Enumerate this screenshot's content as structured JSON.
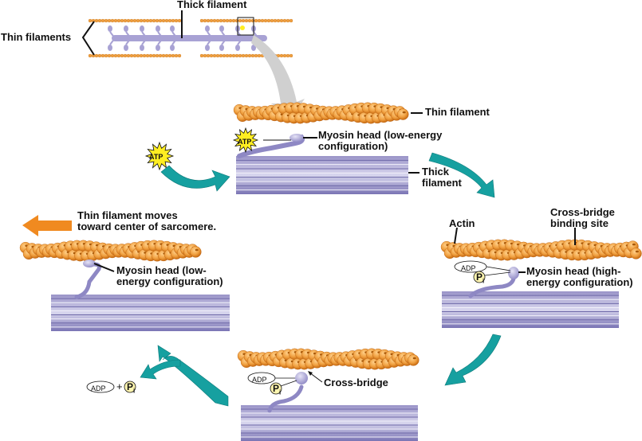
{
  "title": "Cross-bridge cycle of muscle contraction",
  "colors": {
    "actin": "#f0a040",
    "actin_dark": "#c86a10",
    "myosin": "#b4b0dc",
    "myosin_dark": "#6e68a8",
    "thick_light": "#d8d6ee",
    "thick_dark": "#7a74b4",
    "cycle_arrow": "#16a0a0",
    "move_arrow": "#f08a20",
    "atp_star": "#ffee22",
    "pi_circle": "#fff6b0",
    "pointer_arrow": "#d0d0d0"
  },
  "overview": {
    "thick_label": "Thick filament",
    "thin_label": "Thin filaments"
  },
  "step1": {
    "thin_label": "Thin filament",
    "atp_attached": "ATP",
    "myosin_label_line1": "Myosin head (low-energy",
    "myosin_label_line2": "configuration)",
    "thick_label_line1": "Thick",
    "thick_label_line2": "filament",
    "atp_free": "ATP"
  },
  "step2": {
    "actin_label": "Actin",
    "site_label_line1": "Cross-bridge",
    "site_label_line2": "binding site",
    "adp": "ADP",
    "pi": "P",
    "pi_sub": "i",
    "myosin_label_line1": "Myosin head (high-",
    "myosin_label_line2": "energy configuration)"
  },
  "step3": {
    "adp": "ADP",
    "pi": "P",
    "pi_sub": "i",
    "crossbridge_label": "Cross-bridge"
  },
  "release": {
    "adp": "ADP",
    "plus": "+",
    "pi": "P",
    "pi_sub": "i"
  },
  "step4": {
    "move_label_line1": "Thin filament moves",
    "move_label_line2": "toward center of sarcomere.",
    "myosin_label_line1": "Myosin head (low-",
    "myosin_label_line2": "energy configuration)"
  }
}
